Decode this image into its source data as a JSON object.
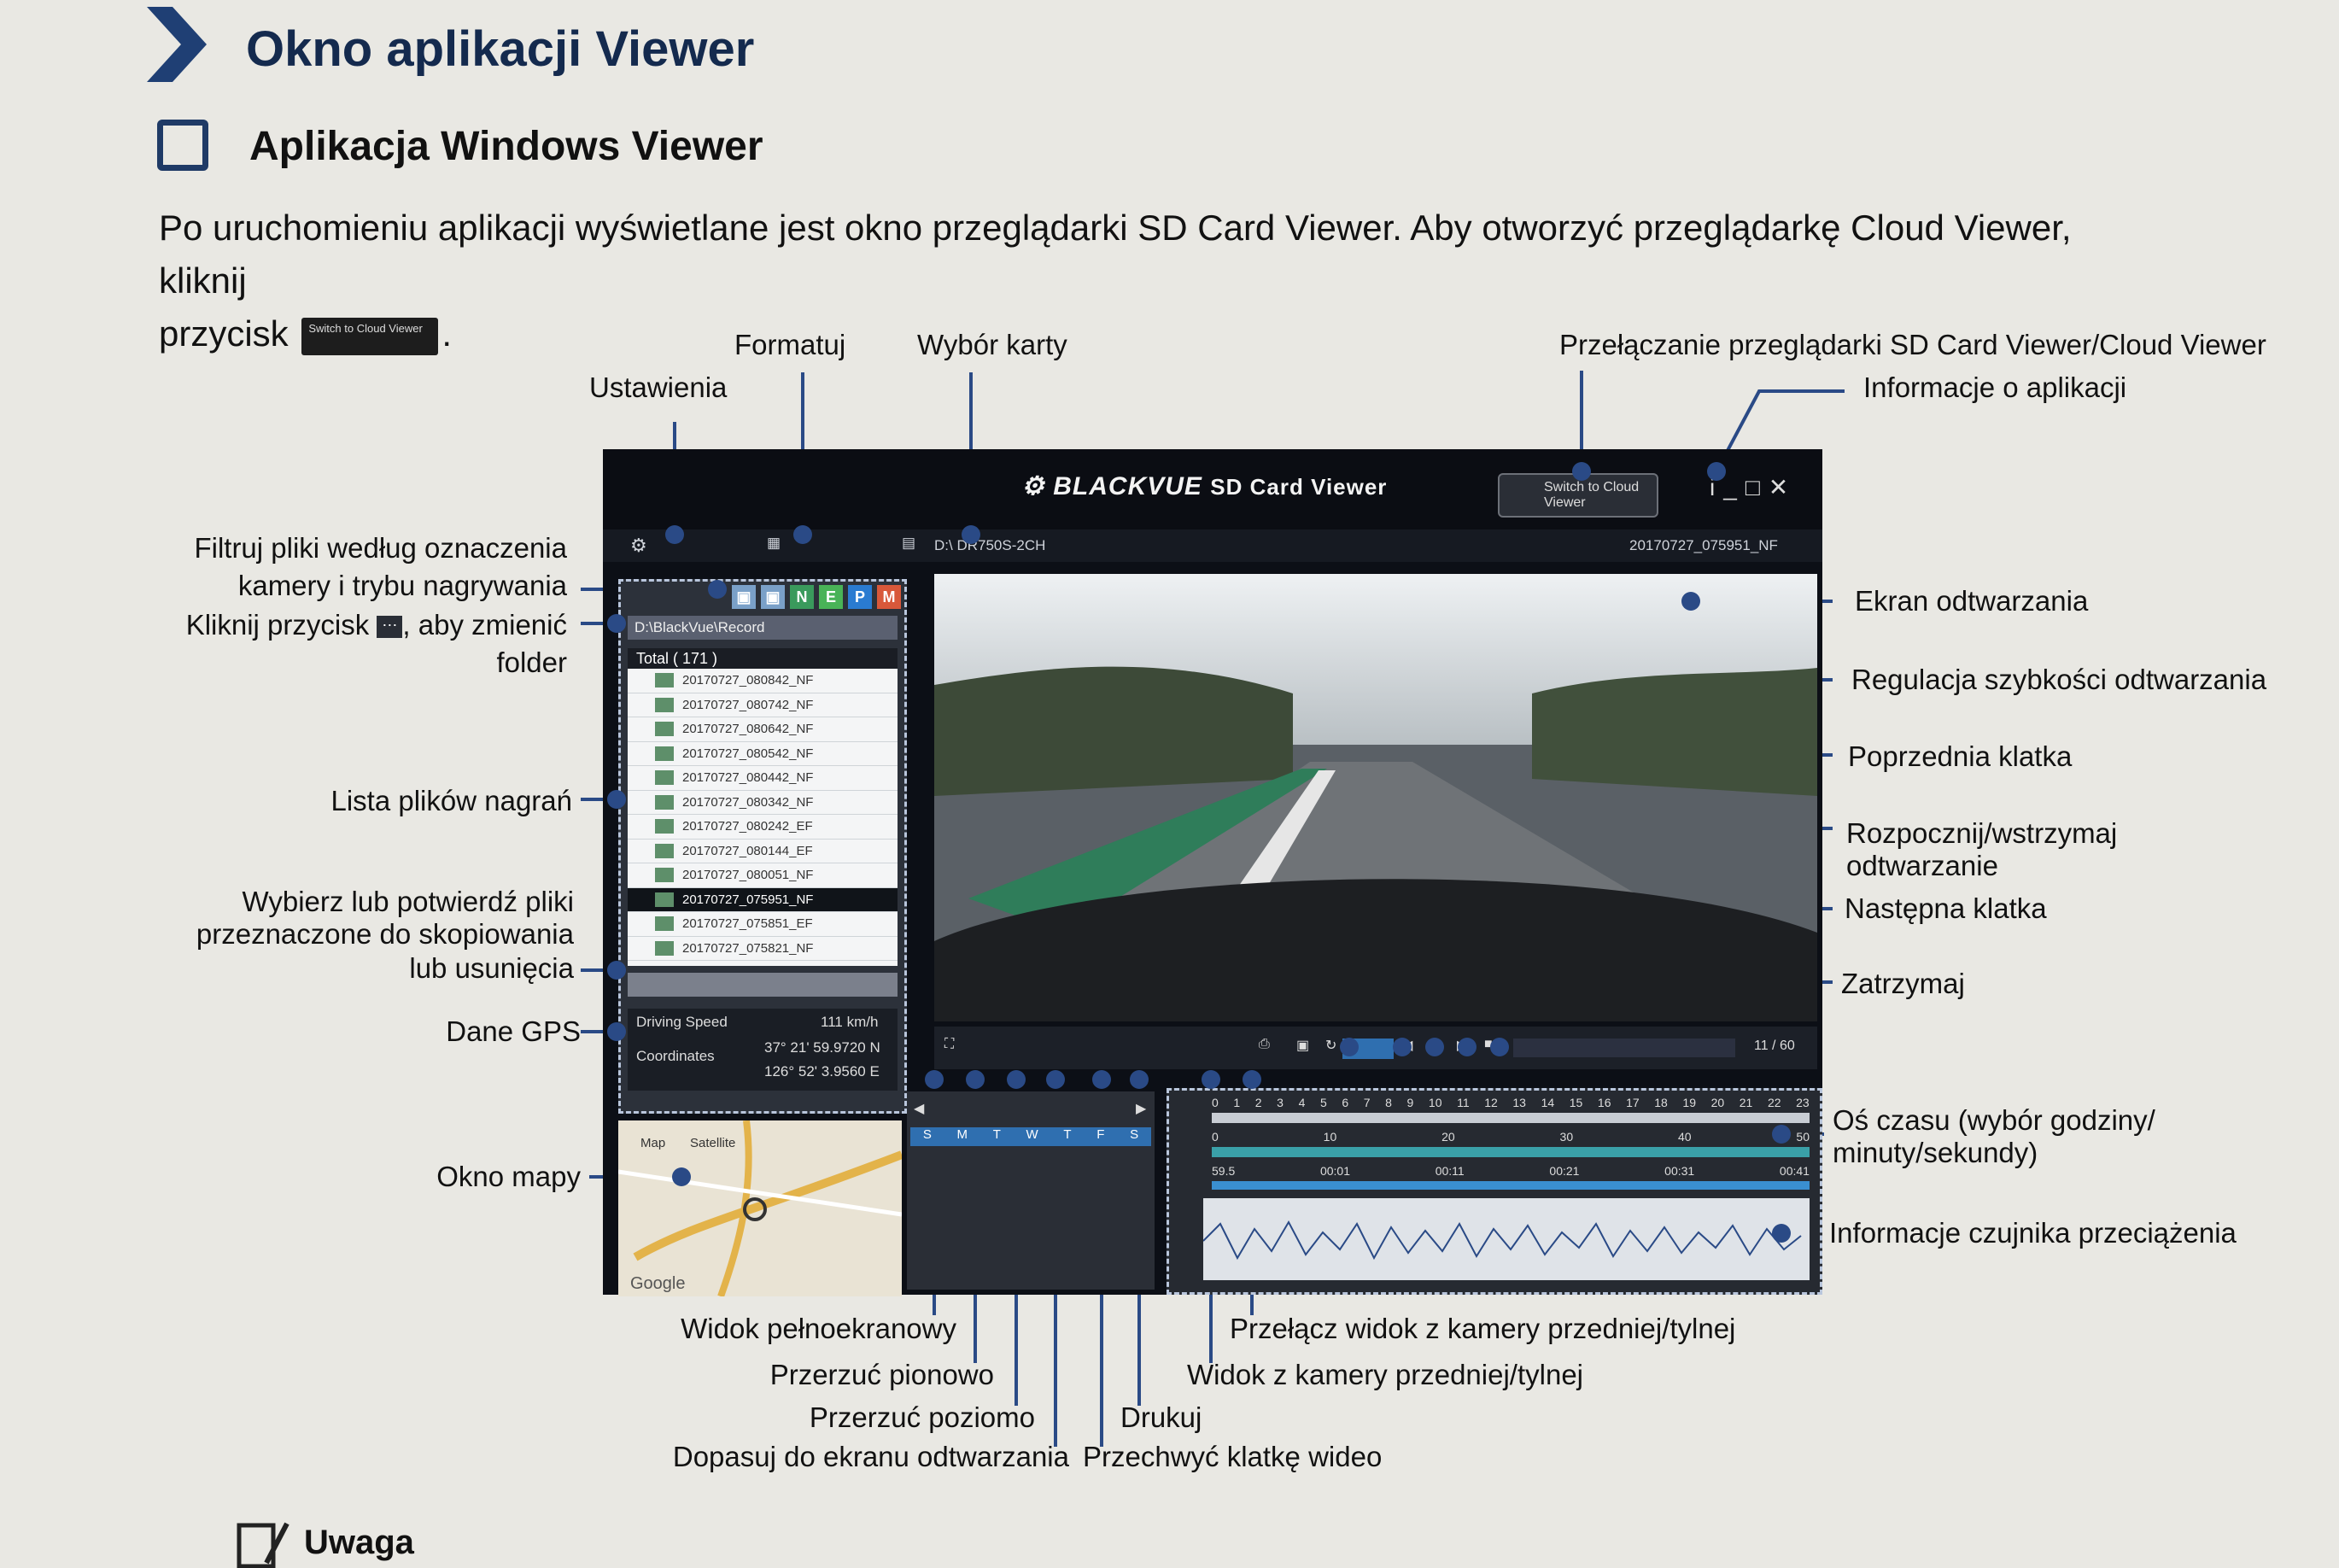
{
  "page": {
    "title": "Okno aplikacji Viewer",
    "subtitle": "Aplikacja Windows Viewer",
    "intro_a": "Po uruchomieniu aplikacji wyświetlane jest okno przeglądarki SD Card Viewer. Aby otworzyć przeglądarkę Cloud Viewer, kliknij",
    "intro_b": "przycisk",
    "intro_end": ".",
    "inline_button": "Switch to Cloud Viewer",
    "note": "Uwaga"
  },
  "labels": {
    "formatuj": "Formatuj",
    "wybor_karty": "Wybór karty",
    "ustawienia": "Ustawienia",
    "przelaczanie": "Przełączanie przeglądarki SD Card Viewer/Cloud Viewer",
    "informacje": "Informacje o aplikacji",
    "filtruj_1": "Filtruj pliki według oznaczenia",
    "filtruj_2": "kamery i trybu nagrywania",
    "kliknij_a": "Kliknij przycisk",
    "kliknij_b": ", aby zmienić",
    "kliknij_2": "folder",
    "ekran": "Ekran odtwarzania",
    "regulacja": "Regulacja szybkości odtwarzania",
    "poprzednia": "Poprzednia klatka",
    "rozpocznij_1": "Rozpocznij/wstrzymaj",
    "rozpocznij_2": "odtwarzanie",
    "nastepna": "Następna klatka",
    "zatrzymaj": "Zatrzymaj",
    "lista": "Lista plików nagrań",
    "wybierz_1": "Wybierz lub potwierdź pliki",
    "wybierz_2": "przeznaczone do skopiowania",
    "wybierz_3": "lub usunięcia",
    "dane_gps": "Dane GPS",
    "okno_mapy": "Okno mapy",
    "os_czasu_1": "Oś czasu (wybór godziny/",
    "os_czasu_2": "minuty/sekundy)",
    "czujnik": "Informacje czujnika przeciążenia",
    "pelnoekranowy": "Widok pełnoekranowy",
    "pionowo": "Przerzuć pionowo",
    "poziomo": "Przerzuć poziomo",
    "dopasuj": "Dopasuj do ekranu odtwarzania",
    "drukuj": "Drukuj",
    "przechwyc": "Przechwyć klatkę wideo",
    "przelacz_widok": "Przełącz widok z kamery przedniej/tylnej",
    "widok_kamery": "Widok z kamery przedniej/tylnej"
  },
  "app": {
    "brand": "BLACKVUE",
    "product": "SD Card Viewer",
    "switch_button": "Switch to Cloud Viewer",
    "card": "D:\\ DR750S-2CH",
    "current_file": "20170727_075951_NF",
    "path": "D:\\BlackVue\\Record",
    "total": "Total ( 171 )",
    "filters": [
      "N",
      "E",
      "P",
      "M"
    ],
    "files": [
      "20170727_080842_NF",
      "20170727_080742_NF",
      "20170727_080642_NF",
      "20170727_080542_NF",
      "20170727_080442_NF",
      "20170727_080342_NF",
      "20170727_080242_EF",
      "20170727_080144_EF",
      "20170727_080051_NF",
      "20170727_075951_NF",
      "20170727_075851_EF",
      "20170727_075821_NF"
    ],
    "selected_index": 9,
    "gps_speed_label": "Driving Speed",
    "gps_speed": "111 km/h",
    "gps_coord_label": "Coordinates",
    "gps_lat": "37° 21' 59.9720 N",
    "gps_lon": "126° 52' 3.9560 E",
    "map_tabs": [
      "Map",
      "Satellite"
    ],
    "map_brand": "Google",
    "progress": "11 / 60",
    "hours": [
      "0",
      "1",
      "2",
      "3",
      "4",
      "5",
      "6",
      "7",
      "8",
      "9",
      "10",
      "11",
      "12",
      "13",
      "14",
      "15",
      "16",
      "17",
      "18",
      "19",
      "20",
      "21",
      "22",
      "23"
    ],
    "minutes": [
      "0",
      "10",
      "20",
      "30",
      "40",
      "50"
    ],
    "seconds": [
      "59.5",
      "00:01",
      "00:11",
      "00:21",
      "00:31",
      "00:41"
    ],
    "cal_days": [
      "S",
      "M",
      "T",
      "W",
      "T",
      "F",
      "S"
    ]
  },
  "colors": {
    "heading": "#142a4e",
    "accent": "#2a4a86",
    "filter_n": "#3a9a5c",
    "filter_e": "#49b357",
    "filter_p": "#2a7bd1",
    "filter_m": "#d8583a"
  }
}
